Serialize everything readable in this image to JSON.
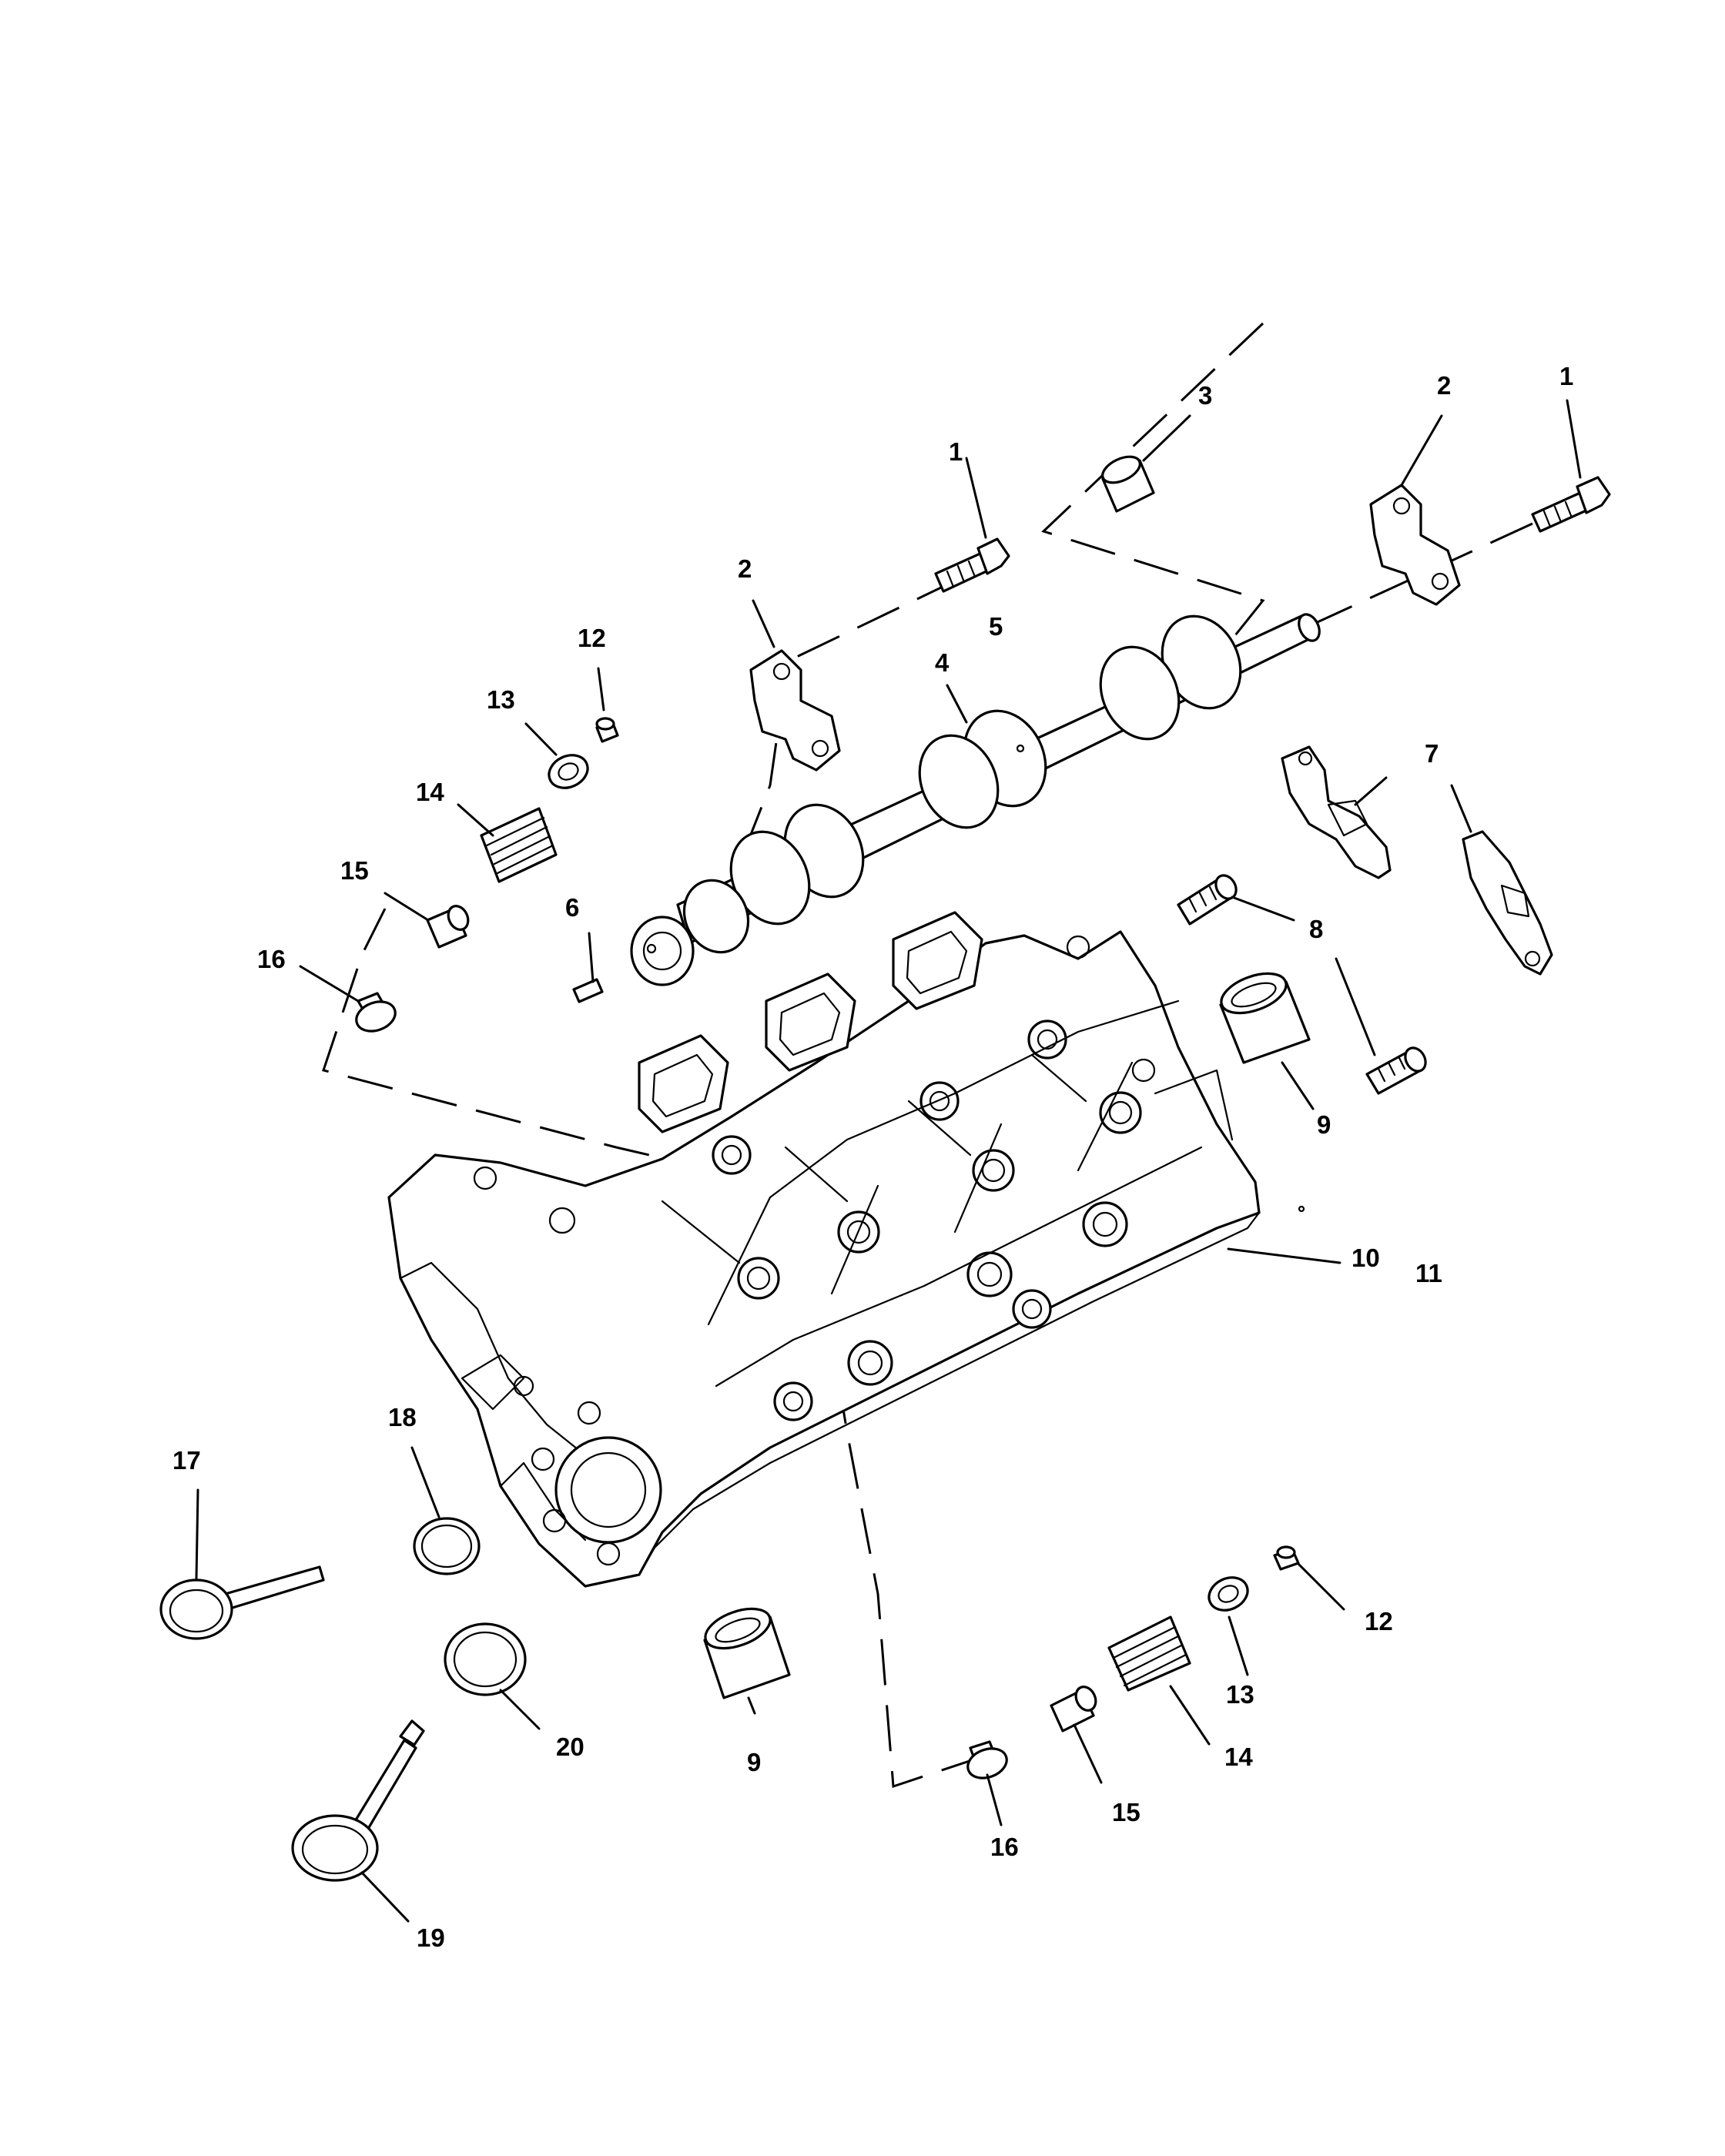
{
  "diagram": {
    "callouts": [
      {
        "id": "c1a",
        "label": "1"
      },
      {
        "id": "c1b",
        "label": "1"
      },
      {
        "id": "c2a",
        "label": "2"
      },
      {
        "id": "c2b",
        "label": "2"
      },
      {
        "id": "c3",
        "label": "3"
      },
      {
        "id": "c4",
        "label": "4"
      },
      {
        "id": "c5",
        "label": "5"
      },
      {
        "id": "c6",
        "label": "6"
      },
      {
        "id": "c7",
        "label": "7"
      },
      {
        "id": "c8",
        "label": "8"
      },
      {
        "id": "c9a",
        "label": "9"
      },
      {
        "id": "c9b",
        "label": "9"
      },
      {
        "id": "c10",
        "label": "10"
      },
      {
        "id": "c11",
        "label": "11"
      },
      {
        "id": "c12a",
        "label": "12"
      },
      {
        "id": "c12b",
        "label": "12"
      },
      {
        "id": "c13a",
        "label": "13"
      },
      {
        "id": "c13b",
        "label": "13"
      },
      {
        "id": "c14a",
        "label": "14"
      },
      {
        "id": "c14b",
        "label": "14"
      },
      {
        "id": "c15a",
        "label": "15"
      },
      {
        "id": "c15b",
        "label": "15"
      },
      {
        "id": "c16a",
        "label": "16"
      },
      {
        "id": "c16b",
        "label": "16"
      },
      {
        "id": "c17",
        "label": "17"
      },
      {
        "id": "c18",
        "label": "18"
      },
      {
        "id": "c19",
        "label": "19"
      },
      {
        "id": "c20",
        "label": "20"
      }
    ]
  }
}
